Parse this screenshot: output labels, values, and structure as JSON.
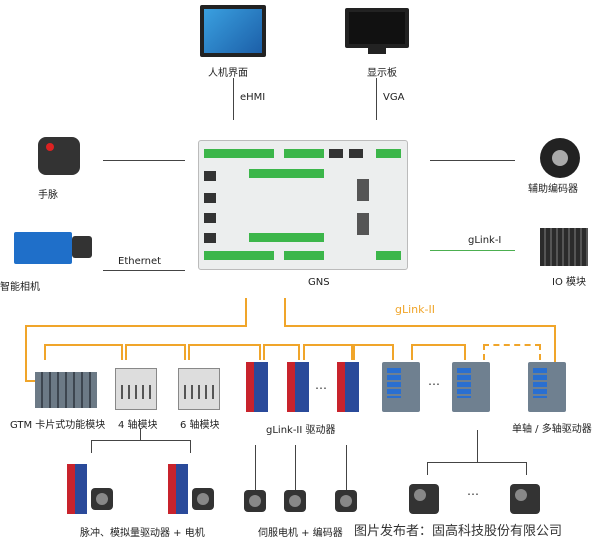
{
  "top": {
    "hmi": {
      "label": "人机界面",
      "link": "eHMI"
    },
    "display": {
      "label": "显示板",
      "link": "VGA"
    }
  },
  "left": {
    "handwheel": {
      "label": "手脉"
    },
    "camera": {
      "label": "智能相机",
      "link": "Ethernet"
    }
  },
  "right": {
    "encoder": {
      "label": "辅助编码器"
    },
    "io": {
      "label": "IO 模块",
      "link": "gLink-I"
    }
  },
  "controller": {
    "label": "GNS"
  },
  "bus": {
    "label": "gLink-II",
    "color": "#f0a52a",
    "glink1_color": "#4caf50"
  },
  "devices": {
    "gtm": "GTM 卡片式功能模块",
    "axis4": "4 轴模块",
    "axis6": "6 轴模块",
    "glink_drives": "gLink-II 驱动器",
    "multi_drives": "单轴 / 多轴驱动器",
    "ellipsis": "…"
  },
  "bottom": {
    "pulse": "脉冲、模拟量驱动器 + 电机",
    "servo": "伺服电机 + 编码器"
  },
  "watermark": "图片发布者：固高科技股份有限公司"
}
